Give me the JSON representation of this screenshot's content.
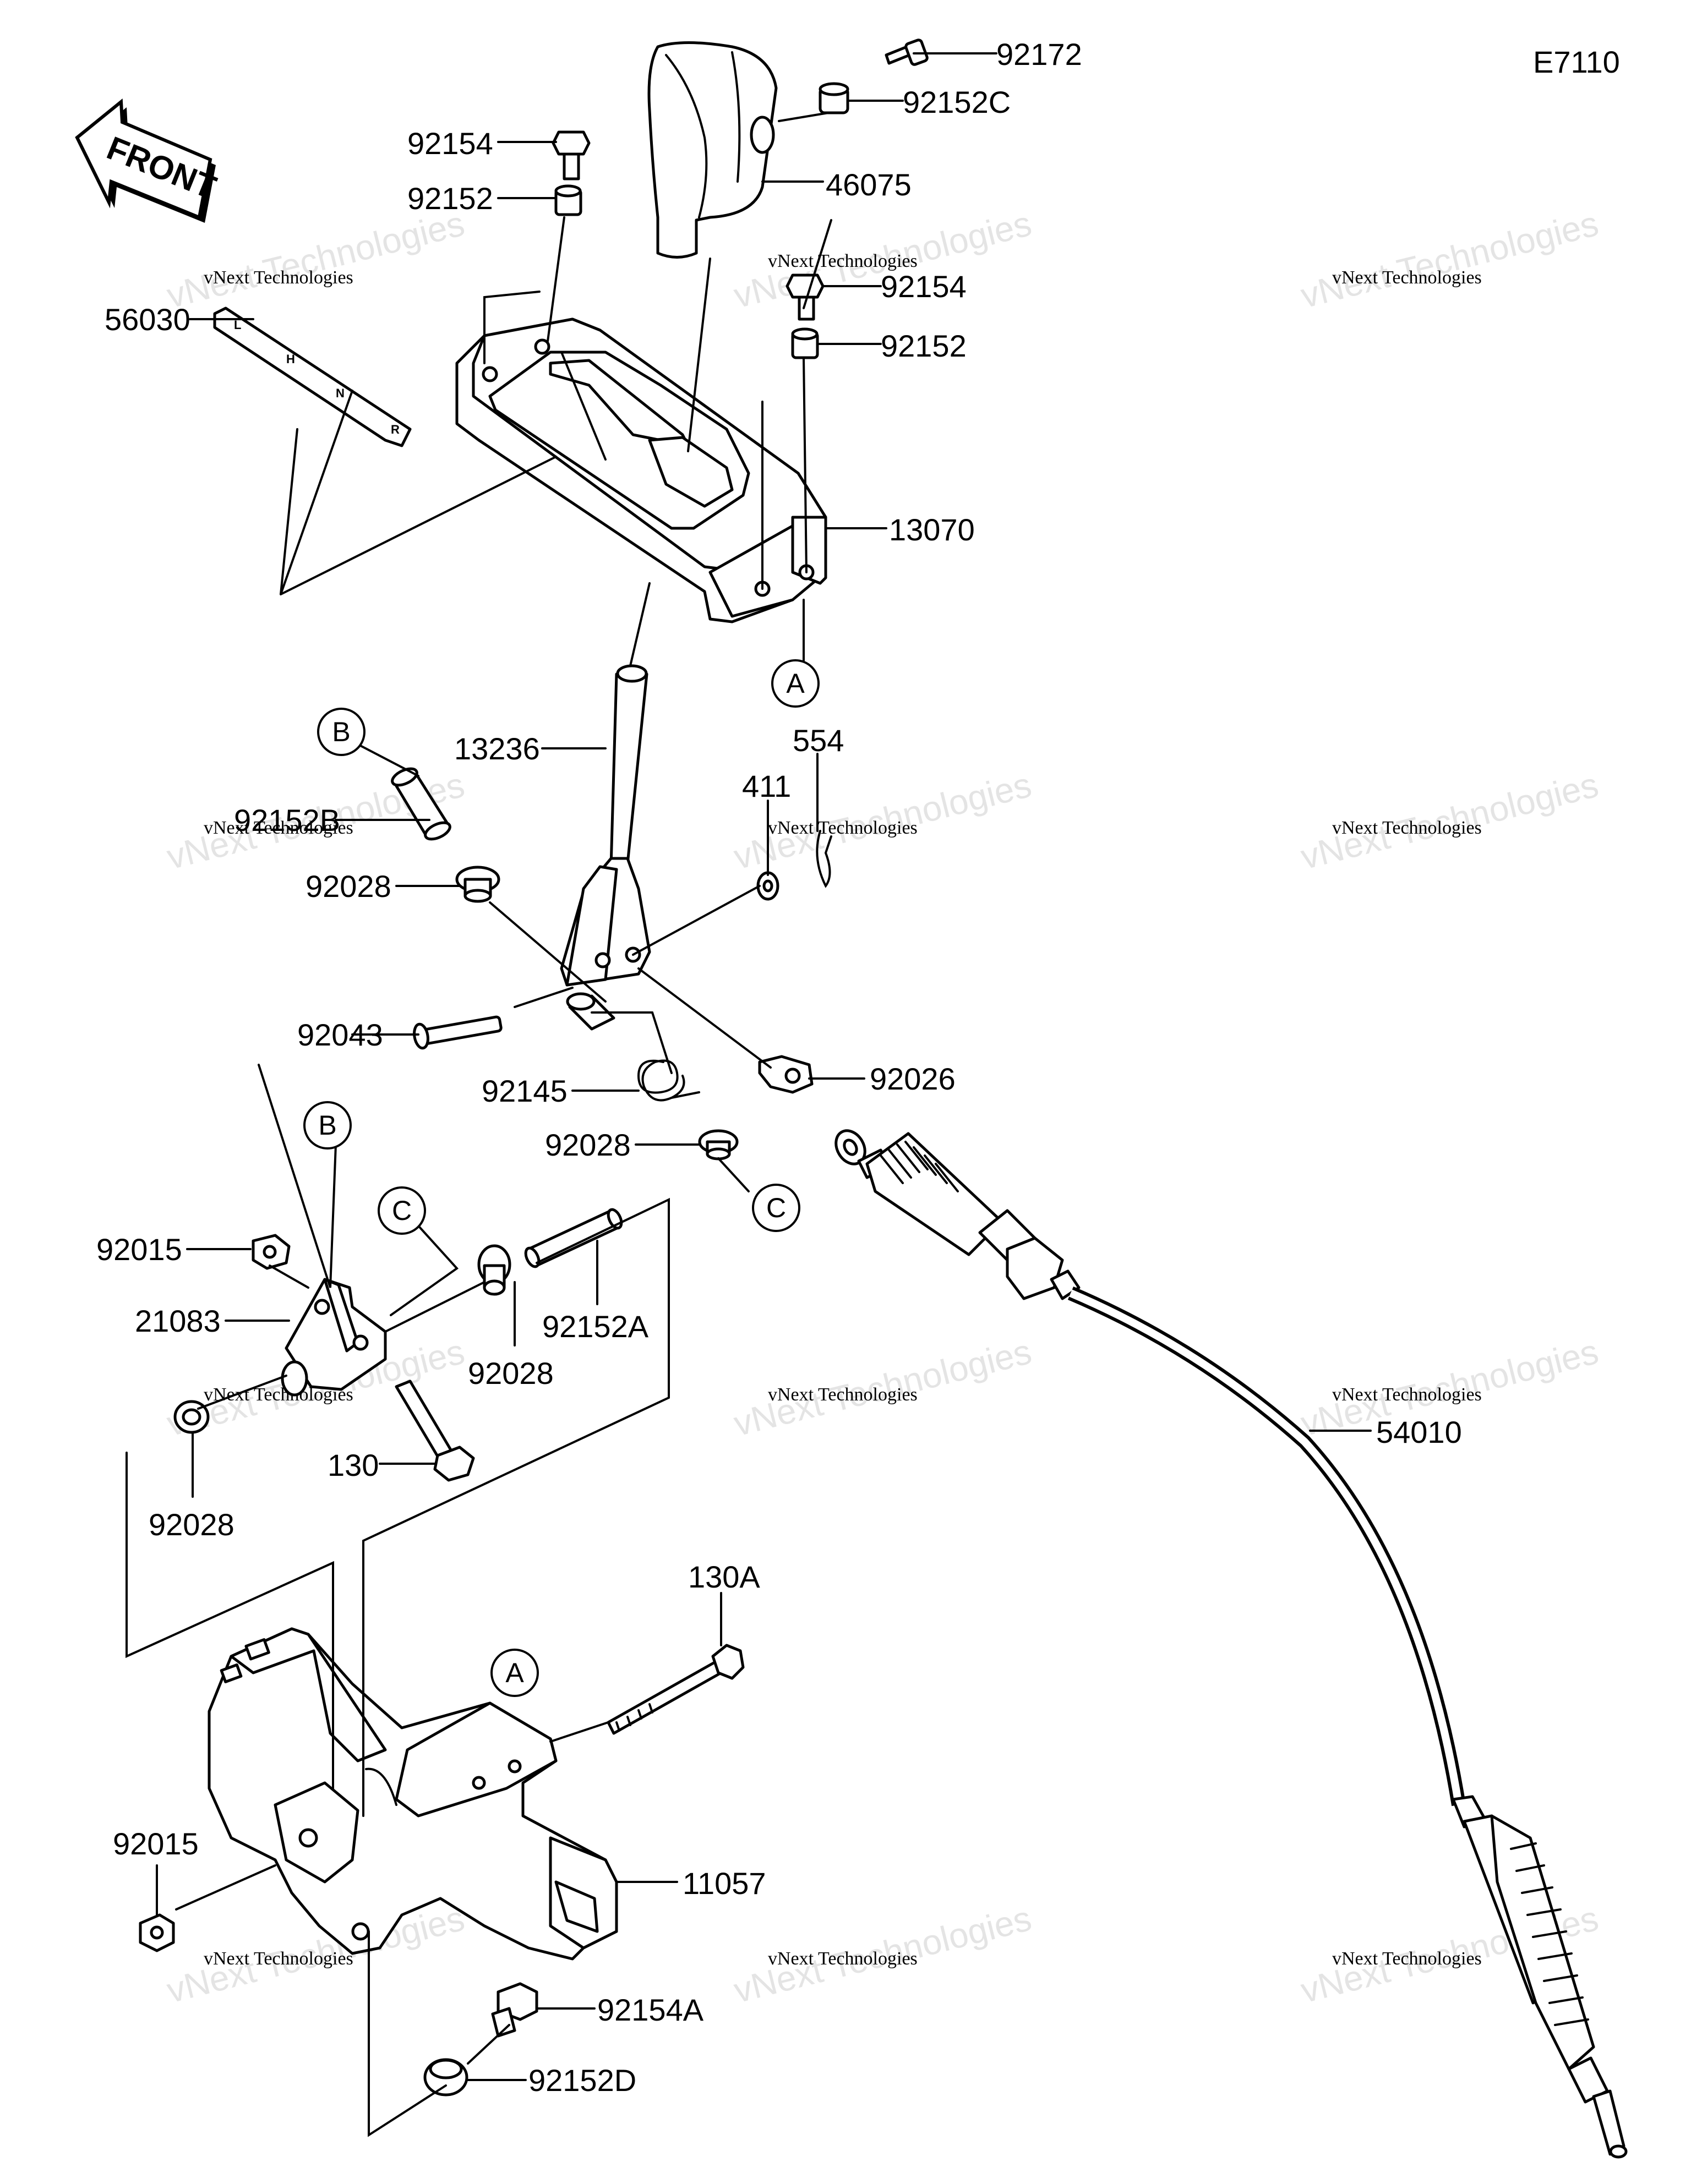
{
  "diagram_code": "E7110",
  "front_label": "FRONT",
  "watermark": {
    "line1": "vNext Technologies",
    "line2": "vNext Technologies"
  },
  "parts": {
    "p92172": "92172",
    "p92152C": "92152C",
    "p92154_top": "92154",
    "p92152_top": "92152",
    "p46075": "46075",
    "p92154_mid": "92154",
    "p92152_mid": "92152",
    "p56030": "56030",
    "p13070": "13070",
    "p13236": "13236",
    "p554": "554",
    "p411": "411",
    "p92152B": "92152B",
    "p92028_a": "92028",
    "p92043": "92043",
    "p92145": "92145",
    "p92026": "92026",
    "p92028_b": "92028",
    "p92015_a": "92015",
    "p21083": "21083",
    "p92152A": "92152A",
    "p92028_c": "92028",
    "p130": "130",
    "p92028_d": "92028",
    "p54010": "54010",
    "p130A": "130A",
    "p92015_b": "92015",
    "p11057": "11057",
    "p92154A": "92154A",
    "p92152D": "92152D"
  },
  "callouts": {
    "a_top": "A",
    "b_top": "B",
    "b_mid": "B",
    "c_right": "C",
    "c_left": "C",
    "a_bottom": "A"
  }
}
